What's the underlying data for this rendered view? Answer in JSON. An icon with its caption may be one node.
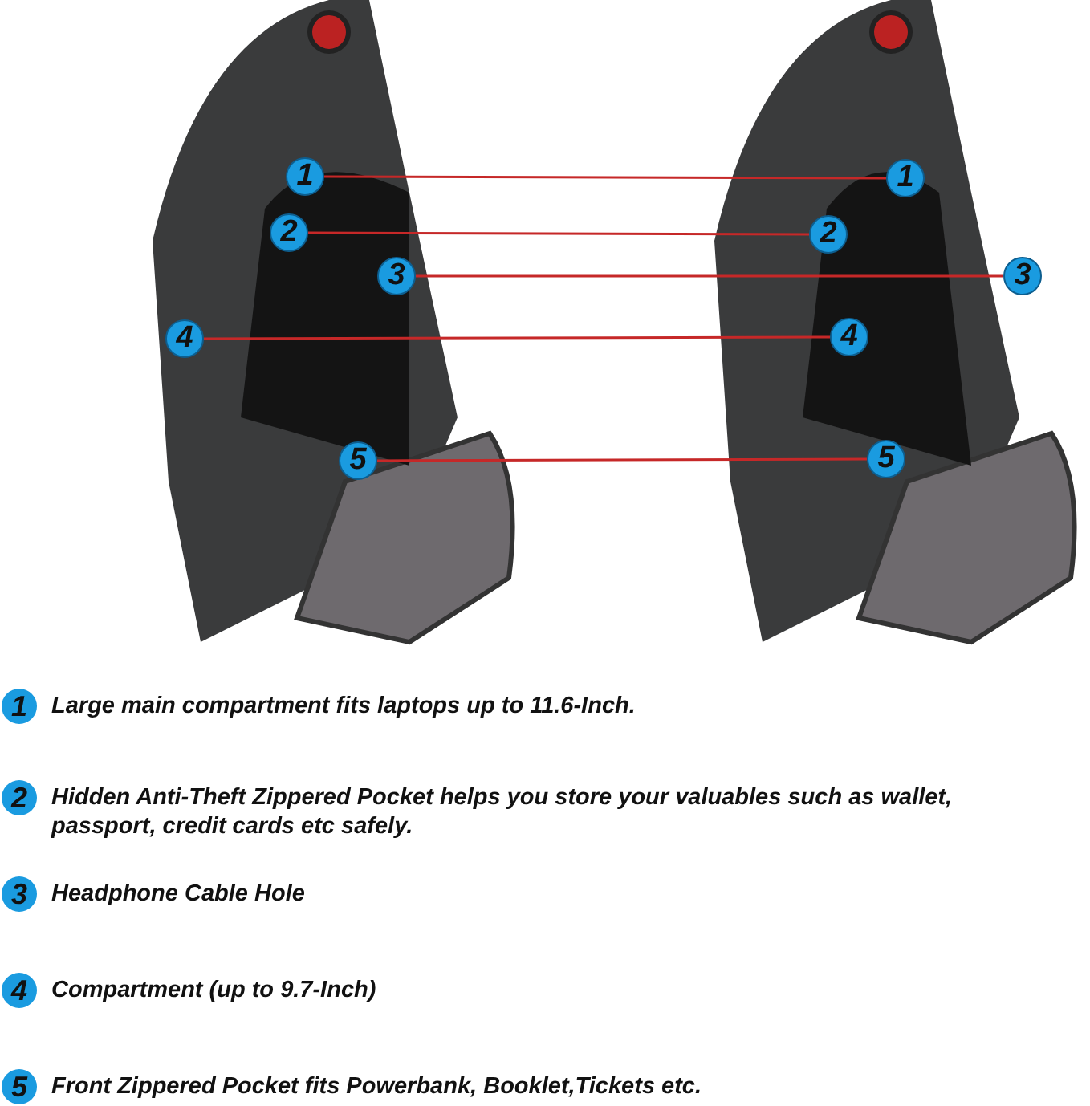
{
  "diagram": {
    "nodes": [
      {
        "text": [
          "1"
        ]
      },
      {
        "text": [
          "2"
        ]
      },
      {
        "text": [
          "3"
        ]
      },
      {
        "text": [
          "4"
        ]
      },
      {
        "text": [
          "5"
        ]
      },
      {
        "text": [
          "1"
        ]
      },
      {
        "text": [
          "2"
        ]
      },
      {
        "text": [
          "3"
        ]
      },
      {
        "text": [
          "4"
        ]
      },
      {
        "text": [
          "5"
        ]
      }
    ],
    "edges": [
      {
        "from": 0,
        "to": 5,
        "arrow": "none"
      },
      {
        "from": 1,
        "to": 6,
        "arrow": "none"
      },
      {
        "from": 2,
        "to": 7,
        "arrow": "none"
      },
      {
        "from": 3,
        "to": 8,
        "arrow": "none"
      },
      {
        "from": 4,
        "to": 9,
        "arrow": "none"
      }
    ],
    "labels": [
      "1",
      "Large main compartment fits laptops up to 11.6-Inch.",
      "2",
      "Hidden Anti-Theft Zippered Pocket helps you store your valuables such as wallet, passport, credit cards etc safely.",
      "3",
      "Headphone Cable Hole",
      "4",
      "Compartment (up to 9.7-Inch)",
      "5",
      "Front Zippered Pocket fits Powerbank, Booklet,Tickets etc."
    ]
  }
}
